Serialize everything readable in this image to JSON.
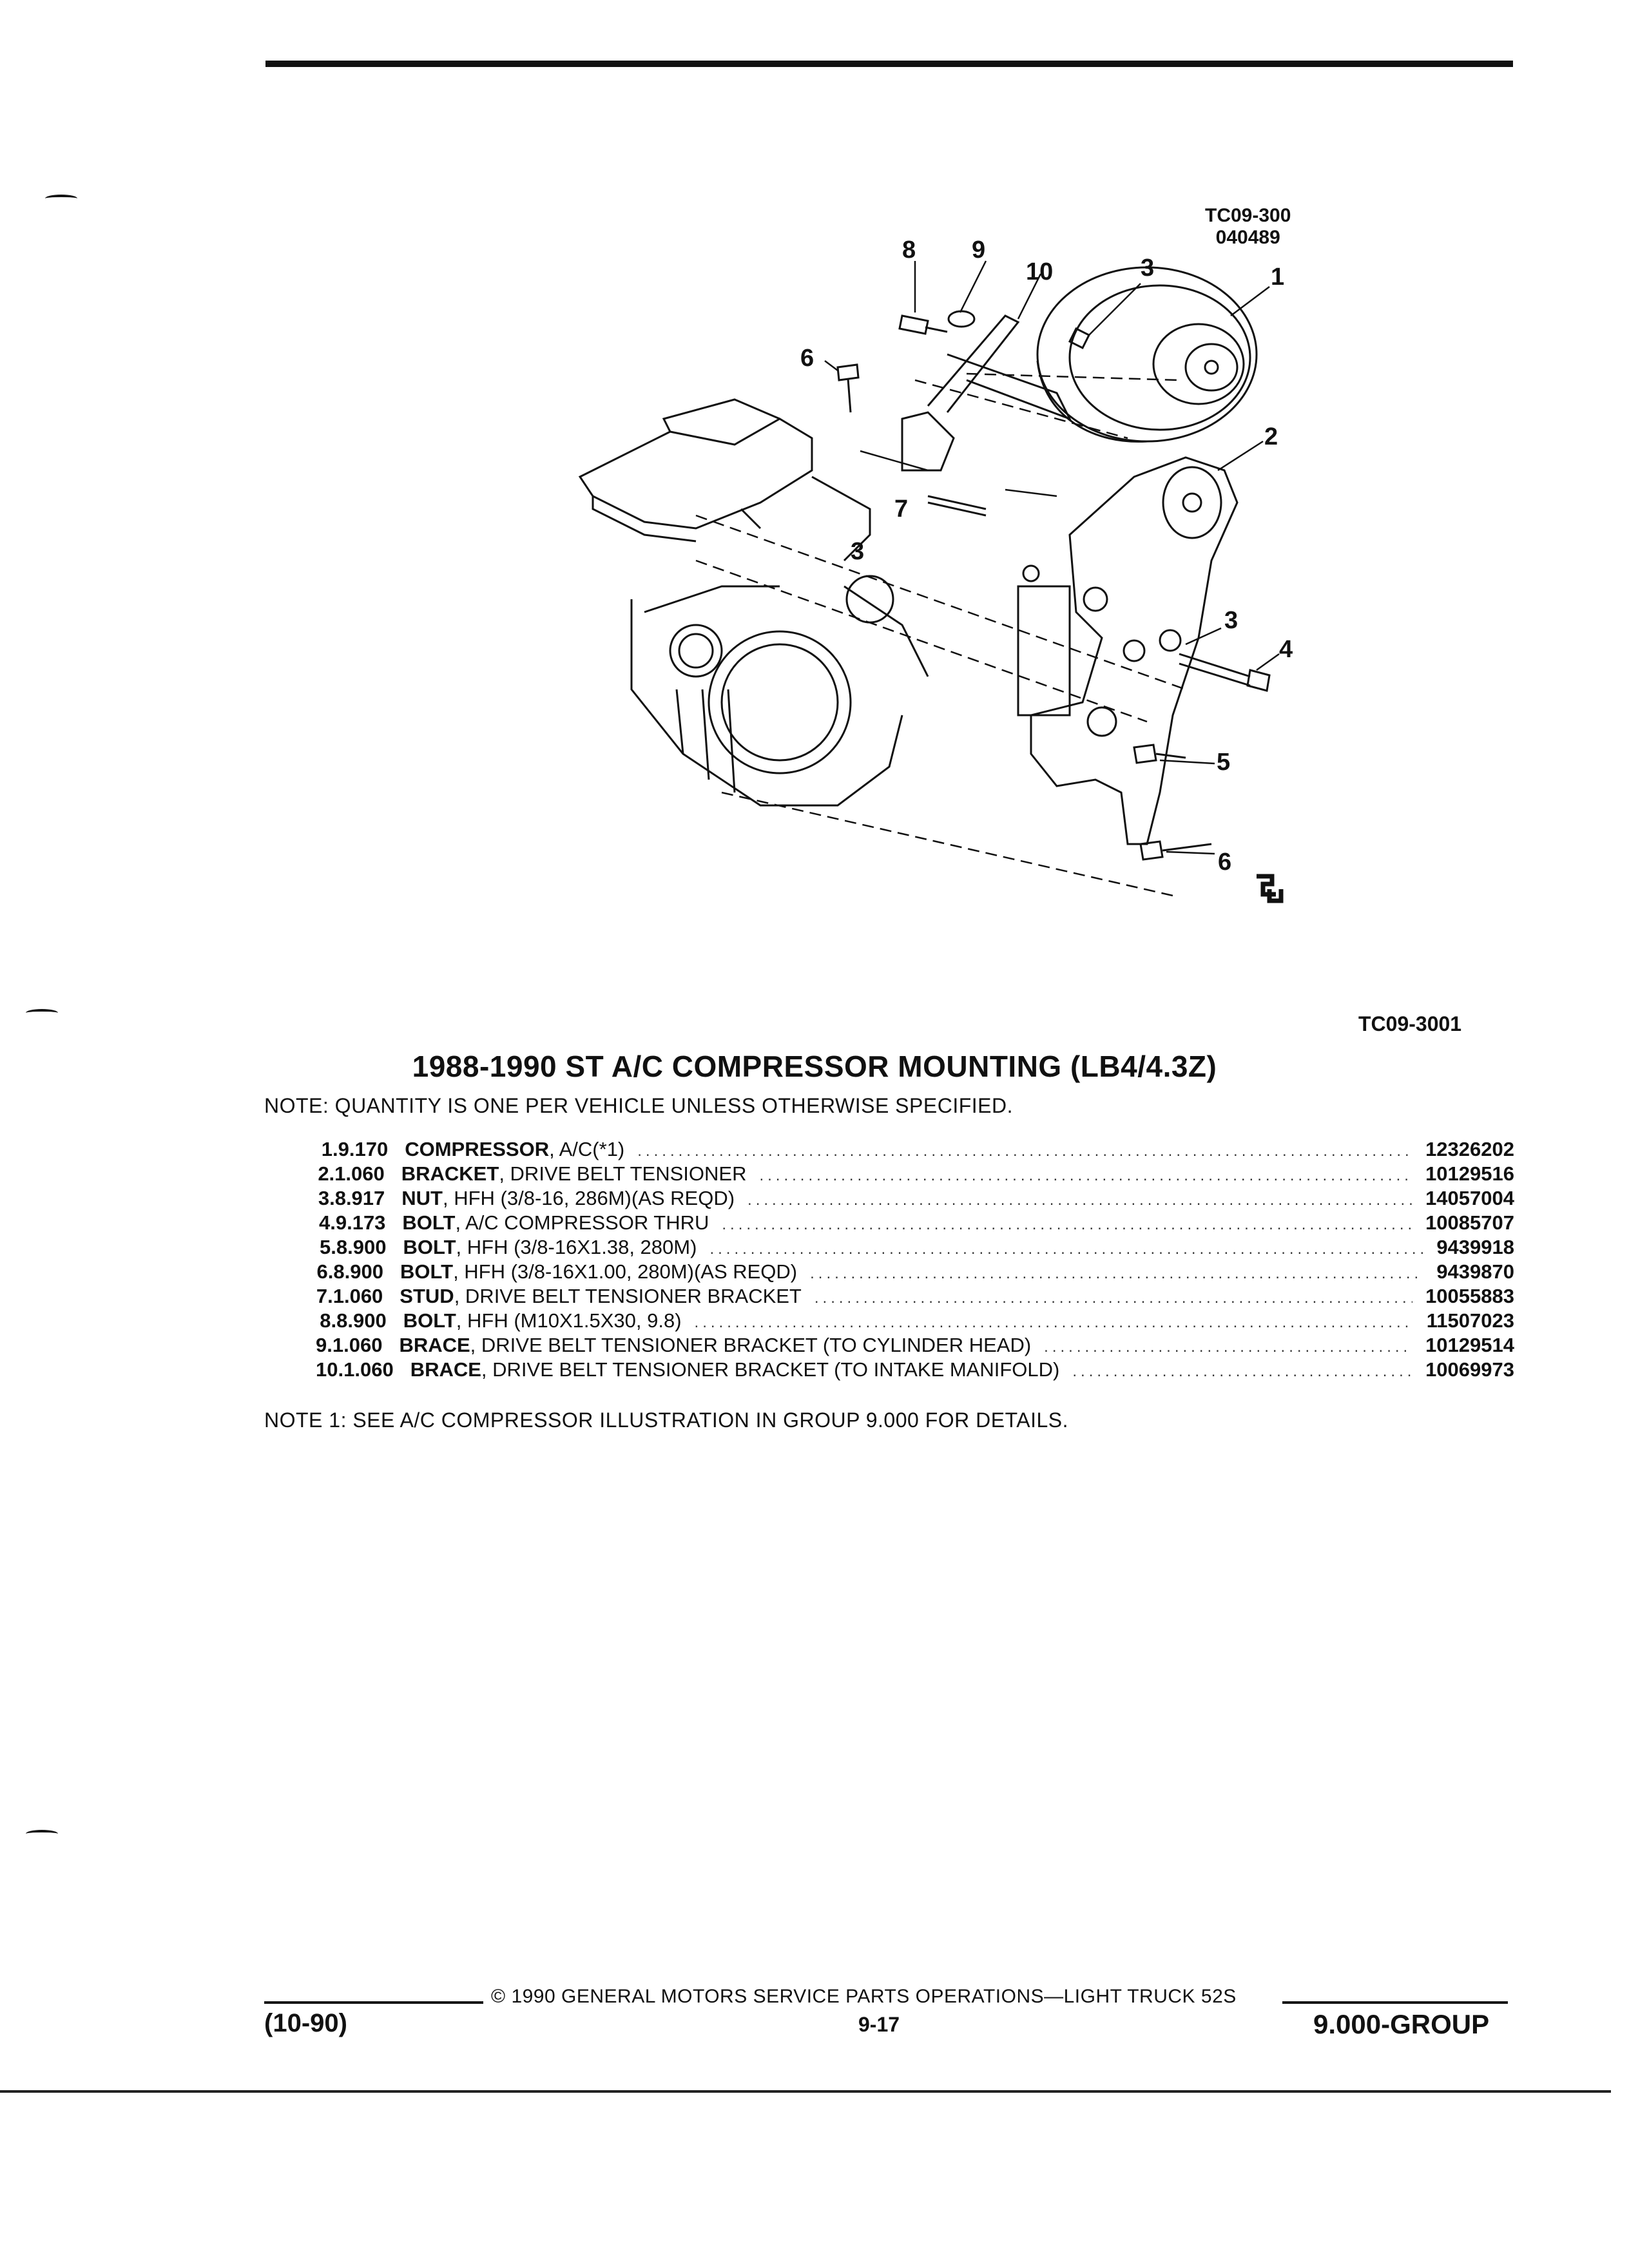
{
  "ref_top": [
    "TC09-300",
    "040489"
  ],
  "ref_bottom": "TC09-3001",
  "callouts": [
    "1",
    "2",
    "3",
    "3",
    "3",
    "4",
    "5",
    "6",
    "6",
    "7",
    "8",
    "9",
    "10"
  ],
  "title": "1988-1990 ST A/C COMPRESSOR MOUNTING (LB4/4.3Z)",
  "note_quantity": "NOTE: QUANTITY IS ONE PER VEHICLE UNLESS OTHERWISE SPECIFIED.",
  "parts": [
    {
      "num": "1.",
      "group": "9.170",
      "name": "COMPRESSOR",
      "detail": ", A/C(*1)",
      "part": "12326202"
    },
    {
      "num": "2.",
      "group": "1.060",
      "name": "BRACKET",
      "detail": ", DRIVE BELT TENSIONER",
      "part": "10129516"
    },
    {
      "num": "3.",
      "group": "8.917",
      "name": "NUT",
      "detail": ", HFH (3/8-16, 286M)(AS REQD)",
      "part": "14057004"
    },
    {
      "num": "4.",
      "group": "9.173",
      "name": "BOLT",
      "detail": ", A/C COMPRESSOR THRU",
      "part": "10085707"
    },
    {
      "num": "5.",
      "group": "8.900",
      "name": "BOLT",
      "detail": ", HFH (3/8-16X1.38, 280M)",
      "part": "9439918"
    },
    {
      "num": "6.",
      "group": "8.900",
      "name": "BOLT",
      "detail": ", HFH (3/8-16X1.00, 280M)(AS REQD)",
      "part": "9439870"
    },
    {
      "num": "7.",
      "group": "1.060",
      "name": "STUD",
      "detail": ", DRIVE BELT TENSIONER BRACKET",
      "part": "10055883"
    },
    {
      "num": "8.",
      "group": "8.900",
      "name": "BOLT",
      "detail": ", HFH (M10X1.5X30, 9.8)",
      "part": "11507023"
    },
    {
      "num": "9.",
      "group": "1.060",
      "name": "BRACE",
      "detail": ", DRIVE BELT TENSIONER BRACKET (TO CYLINDER HEAD)",
      "part": "10129514"
    },
    {
      "num": "10.",
      "group": "1.060",
      "name": "BRACE",
      "detail": ", DRIVE BELT TENSIONER BRACKET (TO INTAKE MANIFOLD)",
      "part": "10069973"
    }
  ],
  "note_1": "NOTE  1:  SEE A/C COMPRESSOR ILLUSTRATION IN GROUP 9.000 FOR DETAILS.",
  "footer": {
    "copyright": "© 1990  GENERAL MOTORS SERVICE PARTS OPERATIONS—LIGHT TRUCK 52S",
    "left": "(10-90)",
    "page": "9-17",
    "right": "9.000-GROUP"
  }
}
